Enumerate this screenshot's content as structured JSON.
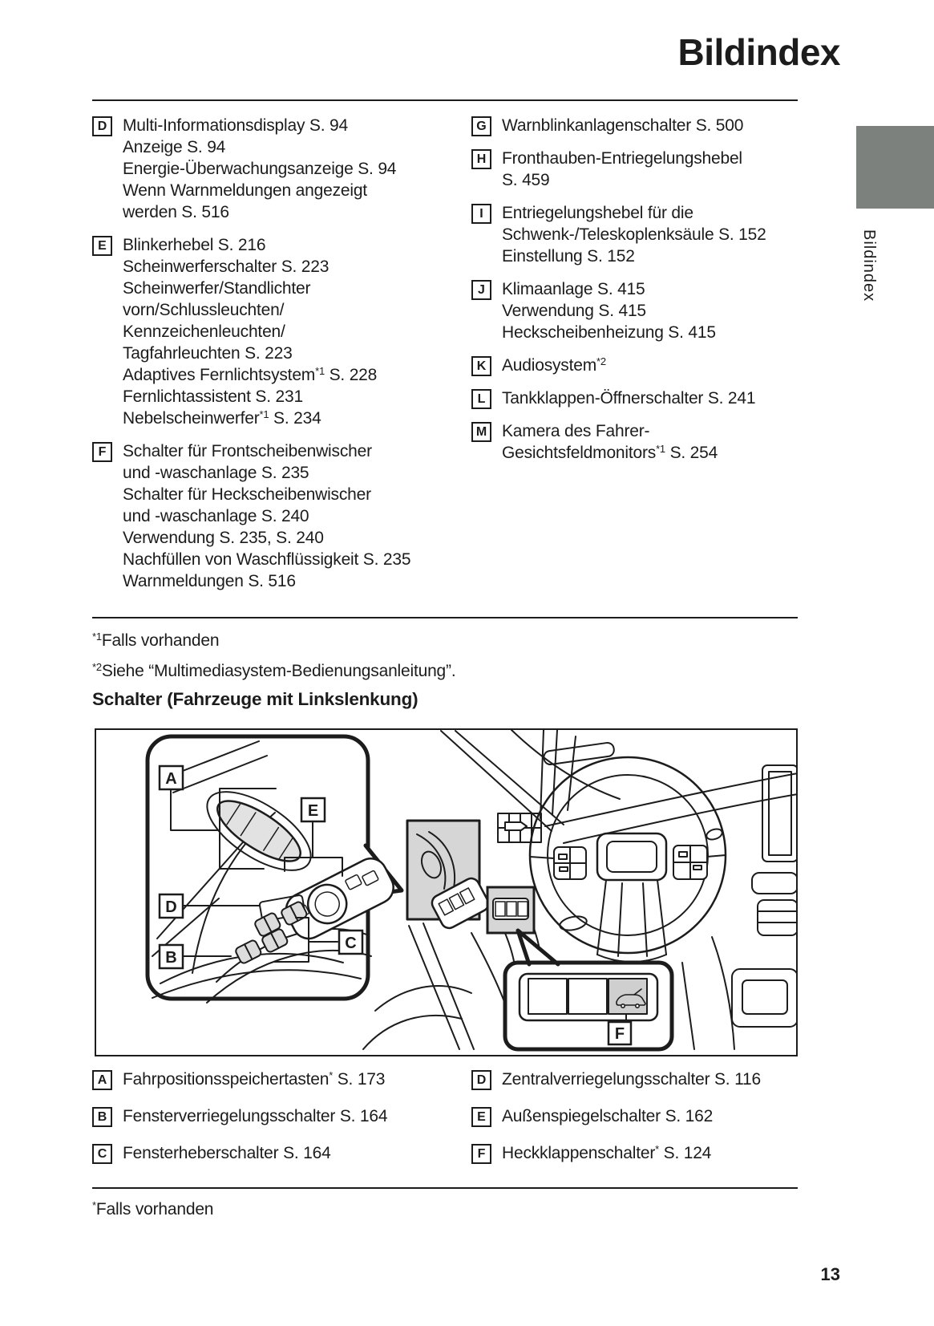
{
  "page": {
    "title": "Bildindex",
    "page_number": "13",
    "side_tab_label": "Bildindex"
  },
  "colors": {
    "side_tab": "#7d817d",
    "highlight_box": "#d6d6d6",
    "text": "#1c1c1c"
  },
  "index_top": {
    "left": [
      {
        "key": "D",
        "lines": [
          {
            "pre": "Multi-Informationsdisplay S. 94"
          },
          {
            "pre": "Anzeige S. 94"
          },
          {
            "pre": "Energie-Überwachungsanzeige S. 94"
          },
          {
            "pre": "Wenn Warnmeldungen angezeigt"
          },
          {
            "pre": "werden S. 516"
          }
        ]
      },
      {
        "key": "E",
        "lines": [
          {
            "pre": "Blinkerhebel S. 216"
          },
          {
            "pre": "Scheinwerferschalter S. 223"
          },
          {
            "pre": "Scheinwerfer/Standlichter"
          },
          {
            "pre": "vorn/Schlussleuchten/"
          },
          {
            "pre": "Kennzeichenleuchten/"
          },
          {
            "pre": "Tagfahrleuchten S. 223"
          },
          {
            "pre": "Adaptives Fernlichtsystem",
            "sup": "*1",
            "post": " S. 228"
          },
          {
            "pre": "Fernlichtassistent S. 231"
          },
          {
            "pre": "Nebelscheinwerfer",
            "sup": "*1",
            "post": " S. 234"
          }
        ]
      },
      {
        "key": "F",
        "lines": [
          {
            "pre": "Schalter für Frontscheibenwischer"
          },
          {
            "pre": "und -waschanlage S. 235"
          },
          {
            "pre": "Schalter für Heckscheibenwischer"
          },
          {
            "pre": "und -waschanlage S. 240"
          },
          {
            "pre": "Verwendung S. 235, S. 240"
          },
          {
            "pre": "Nachfüllen von Waschflüssigkeit S. 235"
          },
          {
            "pre": "Warnmeldungen S. 516"
          }
        ]
      }
    ],
    "right": [
      {
        "key": "G",
        "lines": [
          {
            "pre": "Warnblinkanlagenschalter S. 500"
          }
        ]
      },
      {
        "key": "H",
        "lines": [
          {
            "pre": "Fronthauben-Entriegelungshebel"
          },
          {
            "pre": "S. 459"
          }
        ]
      },
      {
        "key": "I",
        "lines": [
          {
            "pre": "Entriegelungshebel für die"
          },
          {
            "pre": "Schwenk-/Teleskoplenksäule S. 152"
          },
          {
            "pre": "Einstellung S. 152"
          }
        ]
      },
      {
        "key": "J",
        "lines": [
          {
            "pre": "Klimaanlage S. 415"
          },
          {
            "pre": "Verwendung S. 415"
          },
          {
            "pre": "Heckscheibenheizung S. 415"
          }
        ]
      },
      {
        "key": "K",
        "lines": [
          {
            "pre": "Audiosystem",
            "sup": "*2",
            "post": ""
          }
        ]
      },
      {
        "key": "L",
        "lines": [
          {
            "pre": "Tankklappen-Öffnerschalter S. 241"
          }
        ]
      },
      {
        "key": "M",
        "lines": [
          {
            "pre": "Kamera des Fahrer-"
          },
          {
            "pre": "Gesichtsfeldmonitors",
            "sup": "*1",
            "post": " S. 254"
          }
        ]
      }
    ]
  },
  "footnotes_top": [
    {
      "sup": "*1",
      "text": "Falls vorhanden"
    },
    {
      "sup": "*2",
      "text": "Siehe “Multimediasystem-Bedienungsanleitung”."
    }
  ],
  "section_heading": "Schalter (Fahrzeuge mit Linkslenkung)",
  "diagram": {
    "callouts": [
      "A",
      "E",
      "D",
      "B",
      "C",
      "F"
    ]
  },
  "index_bottom": {
    "left": [
      {
        "key": "A",
        "pre": "Fahrpositionsspeichertasten",
        "sup": "*",
        "post": " S. 173"
      },
      {
        "key": "B",
        "pre": "Fensterverriegelungsschalter S. 164"
      },
      {
        "key": "C",
        "pre": "Fensterheberschalter S. 164"
      }
    ],
    "right": [
      {
        "key": "D",
        "pre": "Zentralverriegelungsschalter S. 116"
      },
      {
        "key": "E",
        "pre": "Außenspiegelschalter S. 162"
      },
      {
        "key": "F",
        "pre": "Heckklappenschalter",
        "sup": "*",
        "post": " S. 124"
      }
    ]
  },
  "footnote_bottom": {
    "sup": "*",
    "text": "Falls vorhanden"
  }
}
